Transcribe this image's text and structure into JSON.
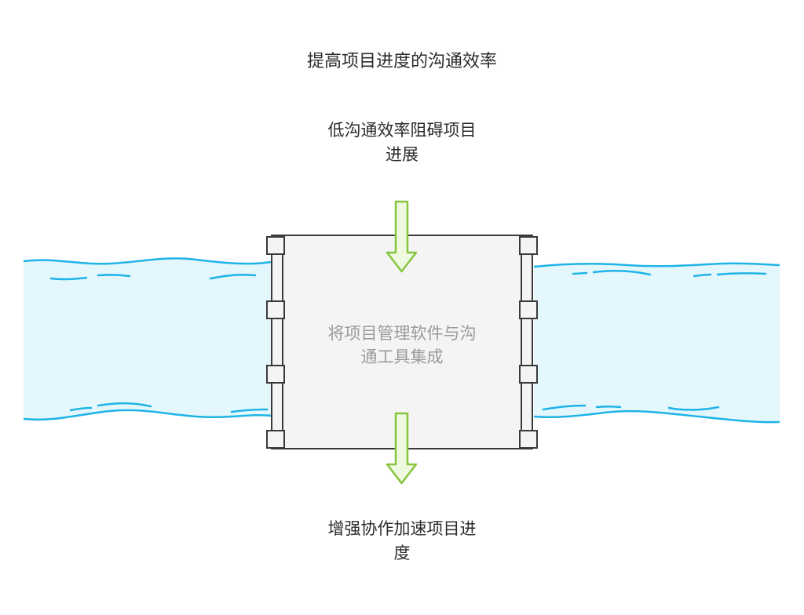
{
  "title": "提高项目进度的沟通效率",
  "problem": {
    "line1": "低沟通效率阻碍项目",
    "line2": "进展"
  },
  "solution": {
    "line1": "将项目管理软件与沟",
    "line2": "通工具集成"
  },
  "outcome": {
    "line1": "增强协作加速项目进",
    "line2": "度"
  },
  "colors": {
    "water_fill": "#e3f7fd",
    "water_line": "#1fb3e8",
    "dam_fill": "#f4f4f4",
    "dam_stroke": "#3a3a3a",
    "arrow_fill": "#eef9df",
    "arrow_stroke": "#86c43d"
  }
}
